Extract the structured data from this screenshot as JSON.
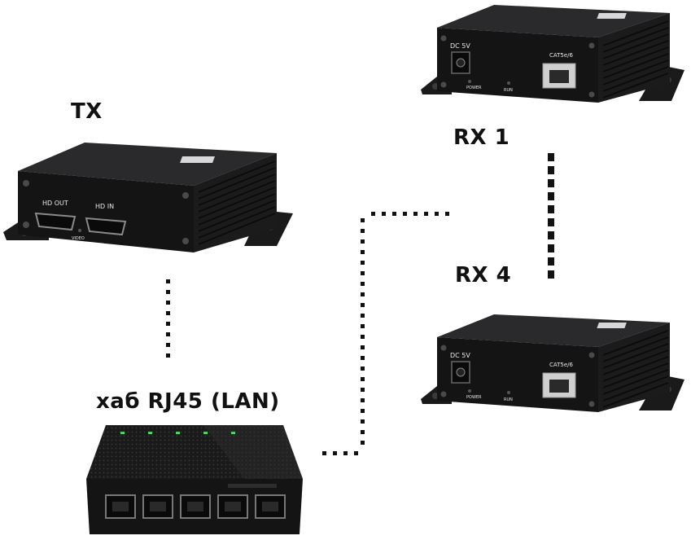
{
  "labels": {
    "tx": "TX",
    "rx1": "RX 1",
    "rx4": "RX 4",
    "hub": "хаб RJ45 (LAN)"
  },
  "tx_device": {
    "port1": "HD OUT",
    "port2": "HD  IN",
    "led": "VIDEO"
  },
  "rx_device": {
    "power_jack": "DC 5V",
    "lan_port": "CAT5e/6",
    "led_power": "POWER",
    "led_run": "RUN"
  },
  "colors": {
    "device_body": "#1e1e20",
    "device_face": "#151516",
    "connector": "#111111"
  }
}
